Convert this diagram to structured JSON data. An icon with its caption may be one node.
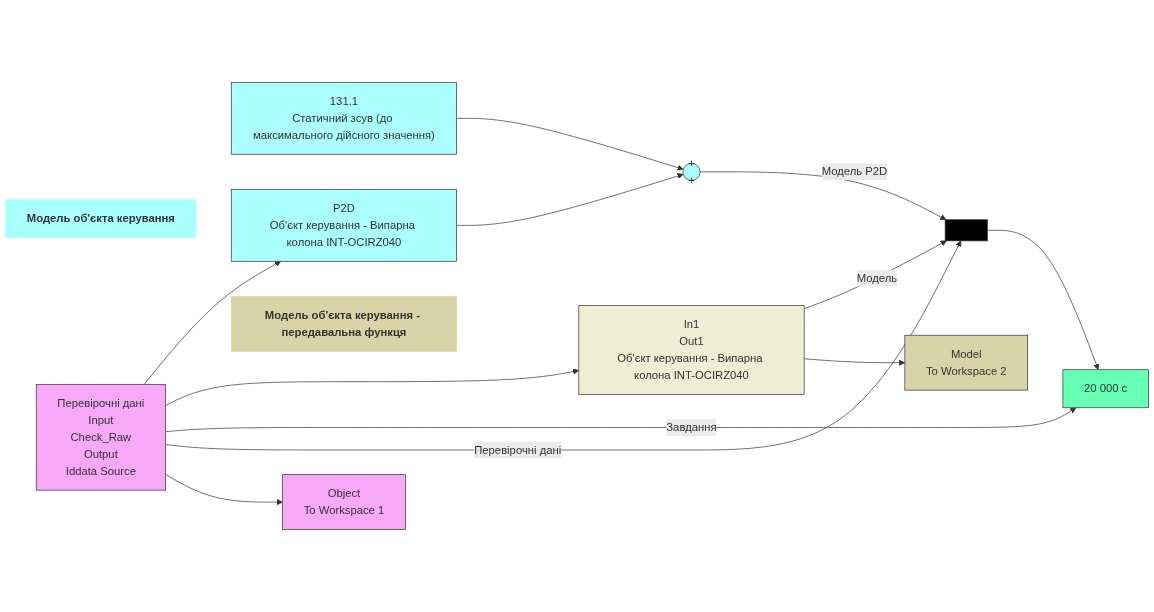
{
  "diagram": {
    "nodes": [
      {
        "text": [
          "Перевірочні дані",
          "Input",
          "Check_Raw",
          "Output",
          "Iddata Source"
        ]
      },
      {
        "text": [
          "Модель об'єкта керування"
        ]
      },
      {
        "text": [
          "131.1",
          "Статичний зсув (до максимального дійсного значення)"
        ]
      },
      {
        "text": [
          "P2D",
          "Об'єкт керування - Випарна колона INT-OCIRZ040"
        ]
      },
      {
        "text": [
          "+",
          "+"
        ]
      },
      {
        "text": [],
        "shape": "bar"
      },
      {
        "text": [
          "20 000 с"
        ]
      },
      {
        "text": [
          "Модель об'єкта керування - передавальна функця"
        ]
      },
      {
        "text": [
          "In1",
          "Out1",
          "Об'єкт керування - Випарна колона INT-OCIRZ040"
        ]
      },
      {
        "text": [
          "Object",
          "To Workspace 1"
        ]
      },
      {
        "text": [
          "Model",
          "To Workspace 2"
        ]
      }
    ],
    "edges": [
      {
        "from": 0,
        "to": 3,
        "arrow": "to"
      },
      {
        "from": 0,
        "to": 8,
        "arrow": "to"
      },
      {
        "from": 0,
        "to": 6,
        "arrow": "to",
        "label": "Завдання"
      },
      {
        "from": 3,
        "to": 4,
        "arrow": "to"
      },
      {
        "from": 2,
        "to": 4,
        "arrow": "to"
      },
      {
        "from": 4,
        "to": 5,
        "arrow": "to",
        "label": "Модель P2D"
      },
      {
        "from": 8,
        "to": 5,
        "arrow": "to",
        "label": "Модель"
      },
      {
        "from": 0,
        "to": 5,
        "arrow": "to",
        "label": "Перевірочні дані"
      },
      {
        "from": 0,
        "to": 9,
        "arrow": "to"
      },
      {
        "from": 8,
        "to": 10,
        "arrow": "to"
      },
      {
        "from": 5,
        "to": 6,
        "arrow": "to"
      }
    ]
  }
}
